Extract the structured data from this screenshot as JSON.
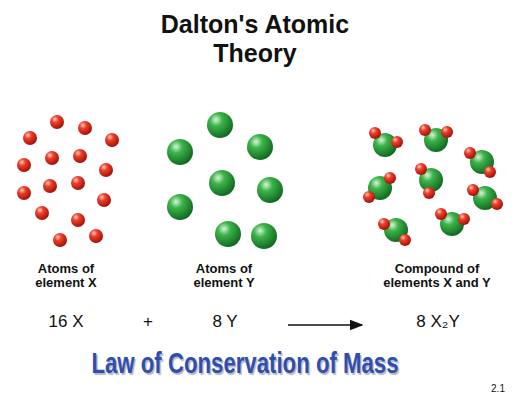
{
  "diagram": {
    "title": "Dalton's Atomic Theory",
    "labels": [
      "Atoms of element X",
      "Atoms of element Y",
      "Compound of elements X and Y",
      "16 X",
      "+",
      "8 Y",
      "8 X₂Y",
      "Law of Conservation of Mass",
      "2.1"
    ]
  }
}
